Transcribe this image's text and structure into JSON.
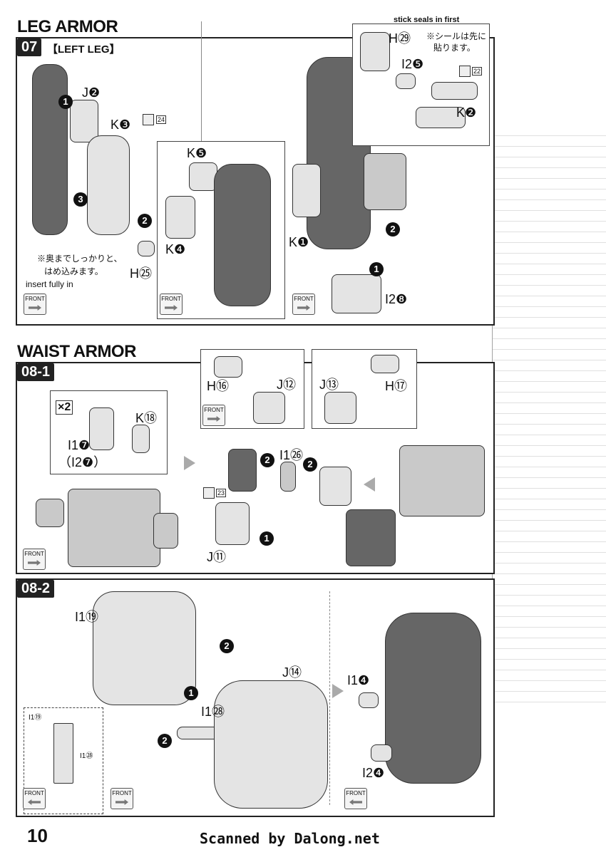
{
  "sections": {
    "leg": {
      "title": "LEG ARMOR",
      "step": "07",
      "subtitle": "【LEFT LEG】"
    },
    "waist": {
      "title": "WAIST ARMOR",
      "step1": "08-1",
      "step2": "08-2"
    }
  },
  "labels": {
    "j2": "J❷",
    "k3": "K❸",
    "h25": "H㉕",
    "k5": "K❺",
    "k4": "K❹",
    "k1": "K❶",
    "i28": "I2❽",
    "h29": "H㉙",
    "i25": "I2❺",
    "k2": "K❷",
    "k18": "K⑱",
    "i17": "I1❼",
    "i27": "（I2❼）",
    "x2": "×2",
    "h16": "H⑯",
    "j12": "J⑫",
    "j13": "J⑬",
    "h17": "H⑰",
    "i26": "I1㉖",
    "j11": "J⑪",
    "i19": "I1⑲",
    "j14": "J⑭",
    "i128": "I1㉘",
    "i4": "I1❹",
    "i24": "I2❹",
    "inset_i19": "I1⑲",
    "inset_i28": "I1㉘"
  },
  "notes": {
    "insert_jp1": "※奥までしっかりと、",
    "insert_jp2": "はめ込みます。",
    "insert_en": "insert fully in",
    "seal_en": "stick seals in first",
    "seal_jp1": "※シールは先に",
    "seal_jp2": "貼ります。"
  },
  "seals": {
    "s24": "24",
    "s22": "22",
    "s23": "23"
  },
  "steps": [
    "1",
    "2",
    "3"
  ],
  "front_label": "FRONT",
  "page_number": "10",
  "credit": "Scanned by Dalong.net"
}
